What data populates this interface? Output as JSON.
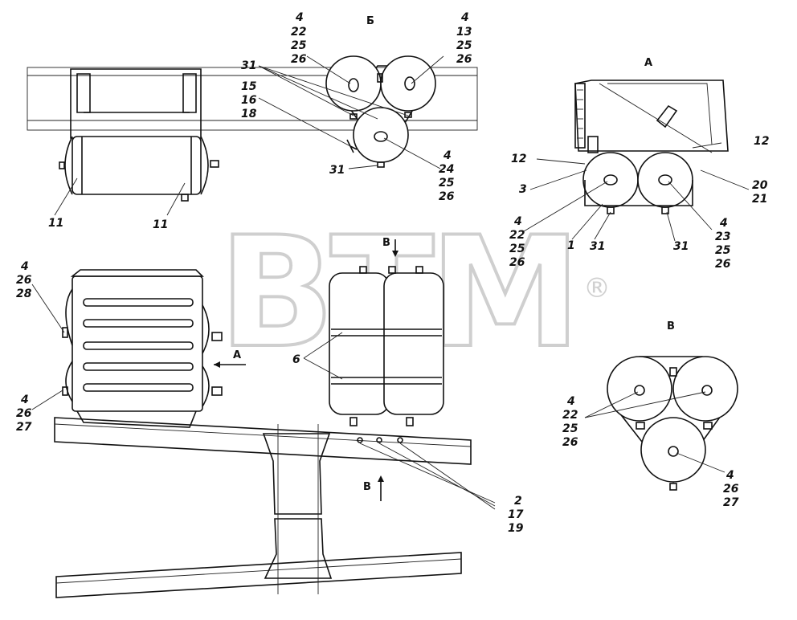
{
  "watermark": {
    "text": "BTM",
    "mark": "®"
  },
  "view_letters": {
    "b_top": "Б",
    "a_right": "А",
    "b_bottom_right": "В",
    "a_arrow": "А",
    "b_arrow_top": "В",
    "b_arrow_bottom": "В"
  },
  "callouts": {
    "top_left_11a": "11",
    "top_left_11b": "11",
    "top_mid_31a": "31",
    "top_mid_15": "15",
    "top_mid_16": "16",
    "top_mid_18": "18",
    "top_mid_31b": "31",
    "top_mid_left_4": "4",
    "top_mid_left_22": "22",
    "top_mid_left_25": "25",
    "top_mid_left_26": "26",
    "top_mid_right_4": "4",
    "top_mid_right_13": "13",
    "top_mid_right_25": "25",
    "top_mid_right_26": "26",
    "top_mid_low_4": "4",
    "top_mid_low_24": "24",
    "top_mid_low_25": "25",
    "top_mid_low_26": "26",
    "right_12a": "12",
    "right_12b": "12",
    "right_3": "3",
    "right_20": "20",
    "right_21": "21",
    "right_4a": "4",
    "right_22": "22",
    "right_25a": "25",
    "right_26a": "26",
    "right_1": "1",
    "right_31a": "31",
    "right_31b": "31",
    "right_4b": "4",
    "right_23": "23",
    "right_25b": "25",
    "right_26b": "26",
    "mid_left_4a": "4",
    "mid_left_26a": "26",
    "mid_left_28": "28",
    "mid_left_4b": "4",
    "mid_left_26b": "26",
    "mid_left_27": "27",
    "mid_6": "6",
    "bottom_2": "2",
    "bottom_17": "17",
    "bottom_19": "19",
    "br_4a": "4",
    "br_22": "22",
    "br_25": "25",
    "br_26a": "26",
    "br_4b": "4",
    "br_26b": "26",
    "br_27": "27"
  }
}
